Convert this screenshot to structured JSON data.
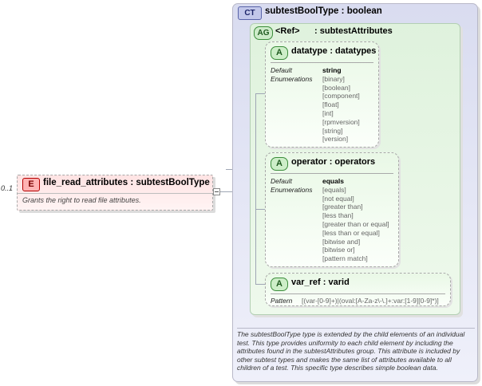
{
  "element": {
    "badge": "E",
    "name": "file_read_attributes",
    "type": "subtestBoolType",
    "documentation": "Grants the right to read file attributes.",
    "occurrence": "0..1"
  },
  "complex_type": {
    "badge": "CT",
    "name": "subtestBoolType",
    "base": "boolean",
    "documentation": "The subtestBoolType type is extended by the child elements of an individual test.  This type provides uniformity to each child element by including the attributes found in the subtestAttributes group.  This attribute is included by other subtest types and makes the same list of attributes available to all children of a test.  This specific type describes simple boolean data."
  },
  "attribute_group": {
    "badge": "AG",
    "ref": "<Ref>",
    "name": "subtestAttributes"
  },
  "attributes": [
    {
      "badge": "A",
      "name": "datatype",
      "type": "datatypes",
      "labels": [
        "Default",
        "Enumerations"
      ],
      "default": "string",
      "enumerations": [
        "[binary]",
        "[boolean]",
        "[component]",
        "[float]",
        "[int]",
        "[rpmversion]",
        "[string]",
        "[version]"
      ]
    },
    {
      "badge": "A",
      "name": "operator",
      "type": "operators",
      "labels": [
        "Default",
        "Enumerations"
      ],
      "default": "equals",
      "enumerations": [
        "[equals]",
        "[not equal]",
        "[greater than]",
        "[less than]",
        "[greater than or equal]",
        "[less than or equal]",
        "[bitwise and]",
        "[bitwise or]",
        "[pattern match]"
      ]
    },
    {
      "badge": "A",
      "name": "var_ref",
      "type": "varid",
      "pattern_label": "Pattern",
      "pattern": "[(var-[0-9]+)|(oval:[A-Za-z\\-\\.]+:var:[1-9][0-9]*)]"
    }
  ],
  "separator": ":"
}
